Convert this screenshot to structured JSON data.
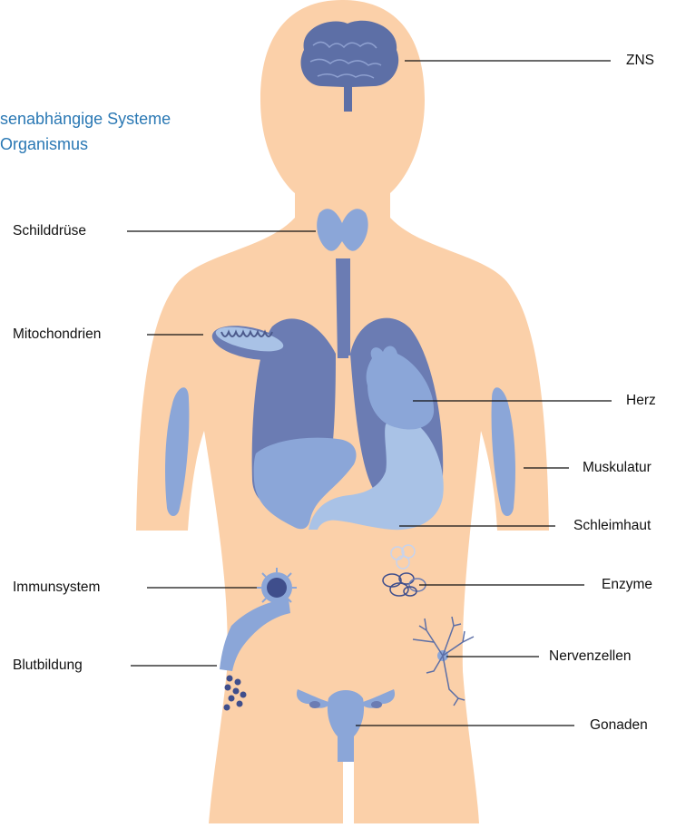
{
  "title": {
    "line1": "senabhängige Systeme",
    "line2": "Organismus"
  },
  "labels": {
    "zns": "ZNS",
    "schilddruese": "Schilddrüse",
    "mitochondrien": "Mitochondrien",
    "herz": "Herz",
    "muskulatur": "Muskulatur",
    "schleimhaut": "Schleimhaut",
    "immunsystem": "Immunsystem",
    "enzyme": "Enzyme",
    "blutbildung": "Blutbildung",
    "nervenzellen": "Nervenzellen",
    "gonaden": "Gonaden"
  },
  "colors": {
    "skin": "#fbd0a9",
    "organ_dark": "#6b7cb3",
    "organ_mid": "#8ba6d8",
    "organ_light": "#a9c2e6",
    "title": "#2a78b4"
  }
}
